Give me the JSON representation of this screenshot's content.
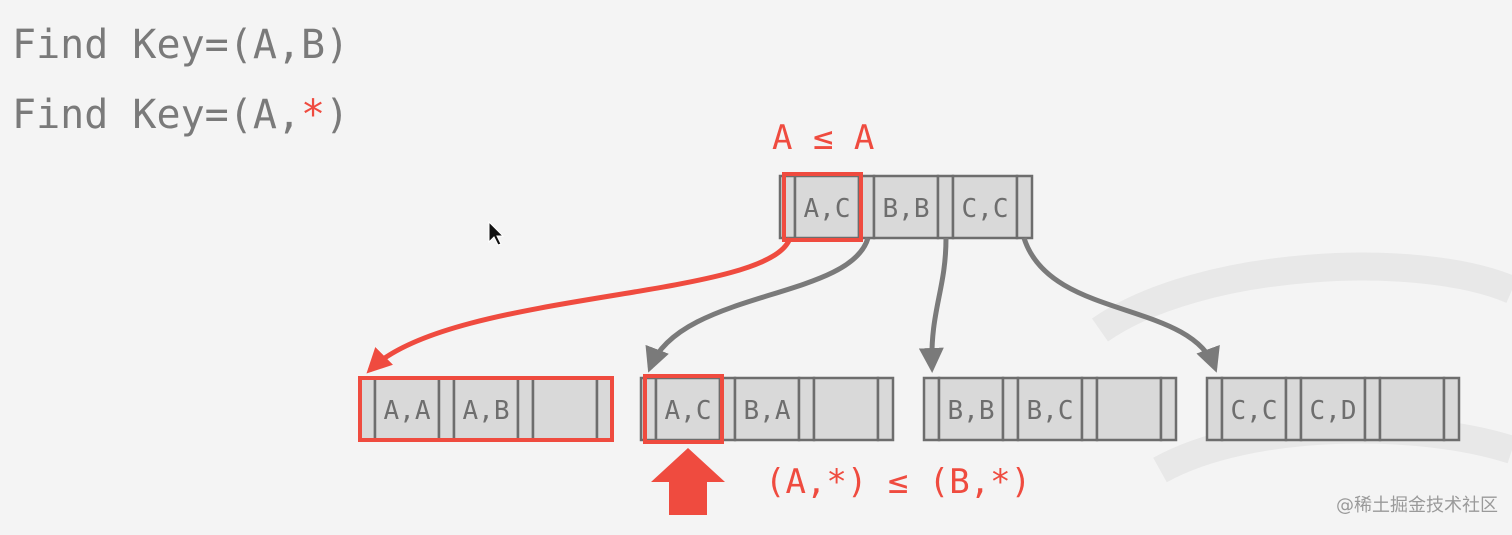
{
  "queries": {
    "q1": "Find Key=(A,B)",
    "q2_prefix": "Find Key=(A,",
    "q2_wild": "*",
    "q2_suffix": ")"
  },
  "annotations": {
    "root_compare": "A ≤ A",
    "leaf_compare": "(A,*) ≤ (B,*)"
  },
  "tree": {
    "root": {
      "keys": [
        "A,C",
        "B,B",
        "C,C"
      ],
      "highlighted_key": 0
    },
    "leaves": [
      {
        "keys": [
          "A,A",
          "A,B",
          ""
        ],
        "highlighted": true
      },
      {
        "keys": [
          "A,C",
          "B,A",
          ""
        ],
        "highlighted_key": 0
      },
      {
        "keys": [
          "B,B",
          "B,C",
          ""
        ]
      },
      {
        "keys": [
          "C,C",
          "C,D",
          ""
        ]
      }
    ]
  },
  "colors": {
    "highlight": "#ef4b3f",
    "node_fill": "#d9d9d9",
    "node_stroke": "#6d6d6d",
    "text": "#6e6e6e",
    "arrow": "#7a7a7a"
  },
  "watermark": "@稀土掘金技术社区"
}
